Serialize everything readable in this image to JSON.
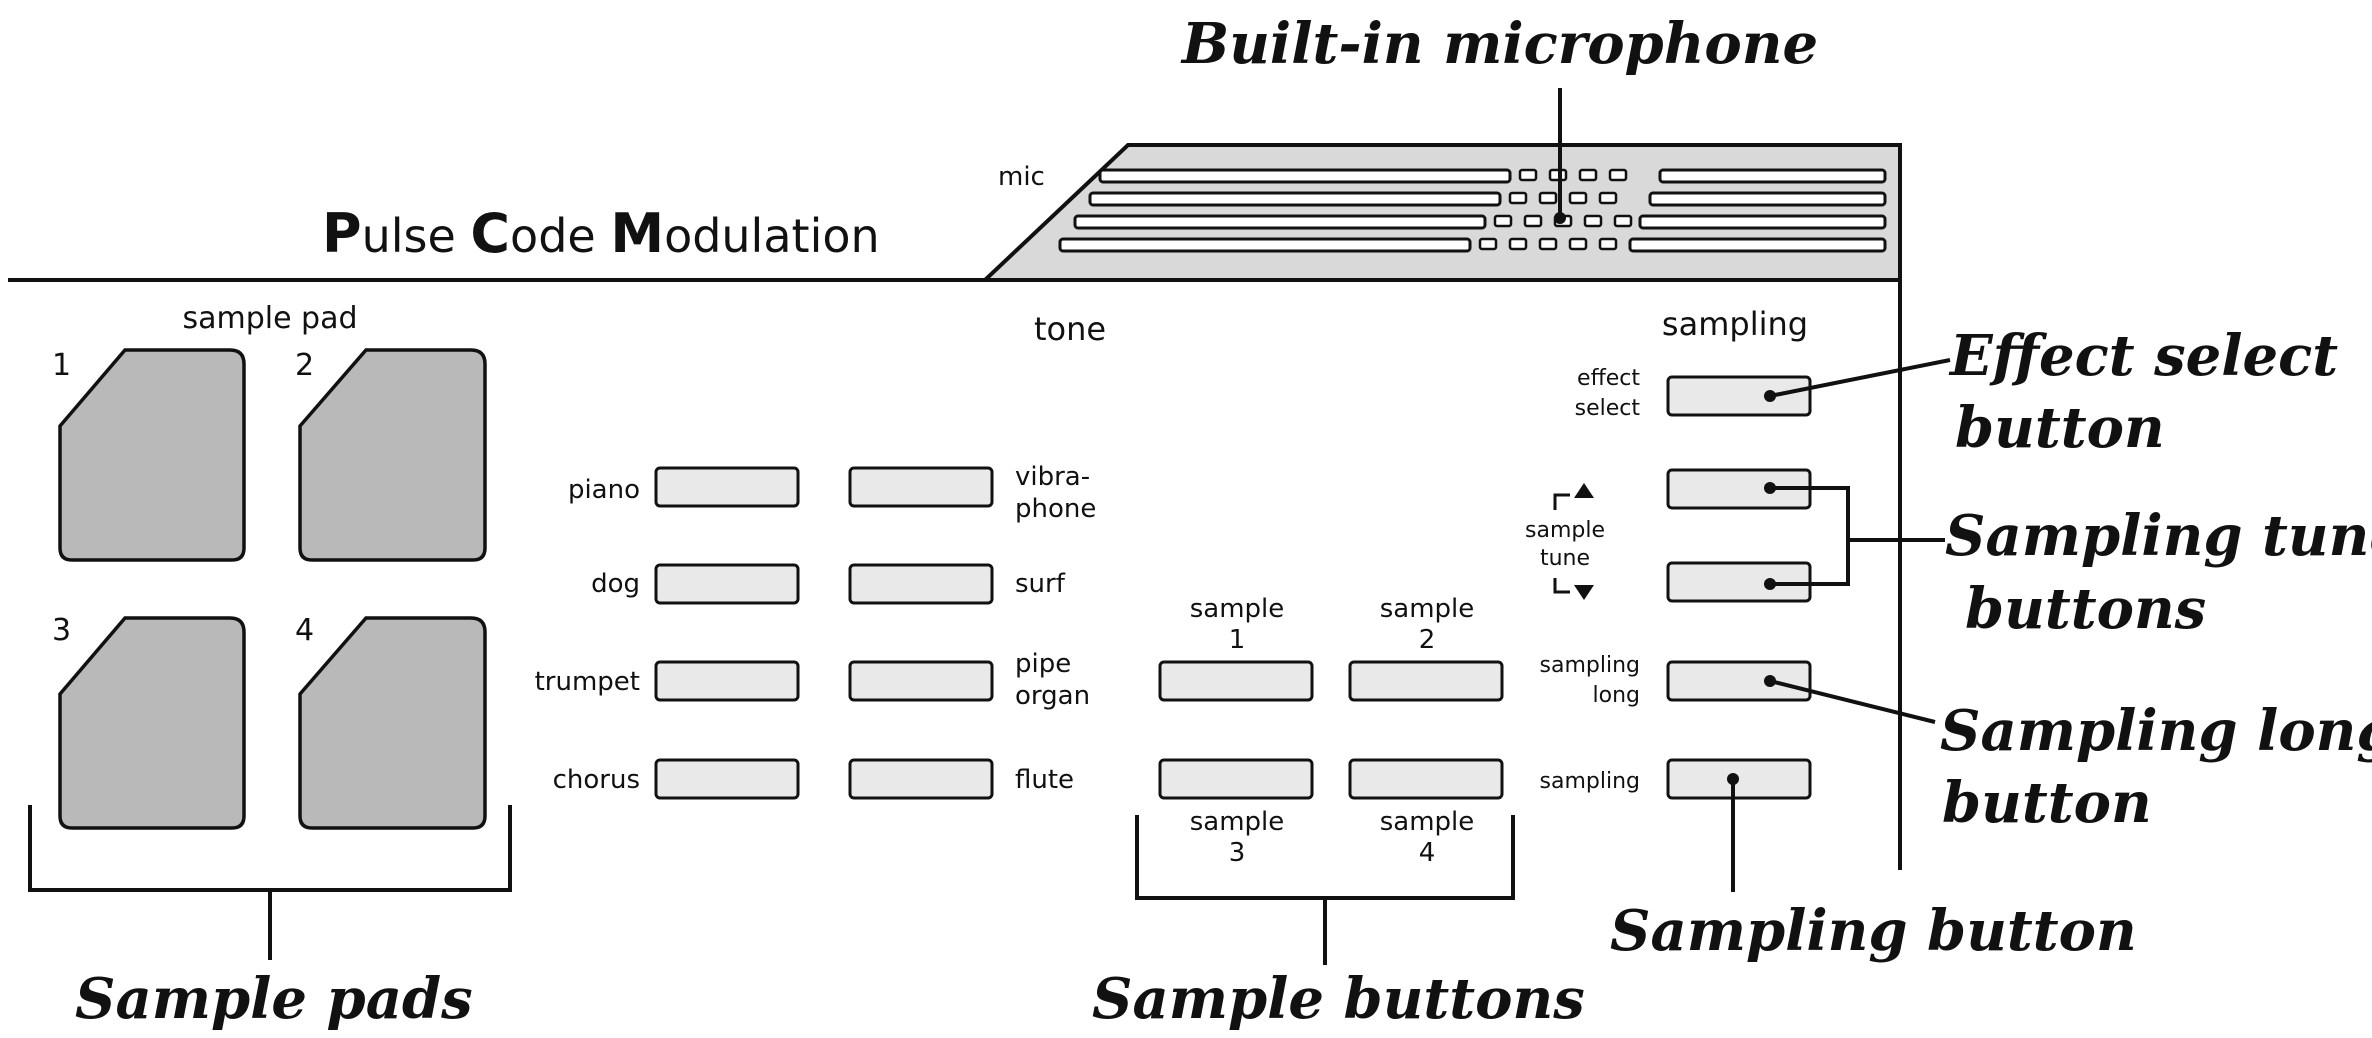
{
  "title": {
    "p": "P",
    "ulse": "ulse ",
    "c": "C",
    "ode": "ode ",
    "m": "M",
    "odulation": "odulation"
  },
  "mic_label": "mic",
  "sample_pad_label": "sample pad",
  "pad_numbers": [
    "1",
    "2",
    "3",
    "4"
  ],
  "tone_label": "tone",
  "sampling_label": "sampling",
  "tone_left": [
    "piano",
    "dog",
    "trumpet",
    "chorus"
  ],
  "tone_right": [
    {
      "line1": "vibra-",
      "line2": "phone"
    },
    {
      "line1": "surf",
      "line2": ""
    },
    {
      "line1": "pipe",
      "line2": "organ"
    },
    {
      "line1": "flute",
      "line2": ""
    }
  ],
  "sample_buttons_top": [
    {
      "line1": "sample",
      "line2": "1"
    },
    {
      "line1": "sample",
      "line2": "2"
    }
  ],
  "sample_buttons_bottom": [
    {
      "line1": "sample",
      "line2": "3"
    },
    {
      "line1": "sample",
      "line2": "4"
    }
  ],
  "effect_select": {
    "line1": "effect",
    "line2": "select"
  },
  "sample_tune": {
    "line1": "sample",
    "line2": "tune"
  },
  "sampling_long": {
    "line1": "sampling",
    "line2": "long"
  },
  "sampling_btn_label": "sampling",
  "callouts": {
    "built_in_microphone": "Built-in microphone",
    "effect_select": {
      "line1": "Effect select",
      "line2": "button"
    },
    "sampling_tune": {
      "line1": "Sampling tune",
      "line2": "buttons"
    },
    "sampling_long": {
      "line1": "Sampling long",
      "line2": "button"
    },
    "sampling_button": "Sampling button",
    "sample_pads": "Sample pads",
    "sample_buttons": "Sample buttons"
  }
}
